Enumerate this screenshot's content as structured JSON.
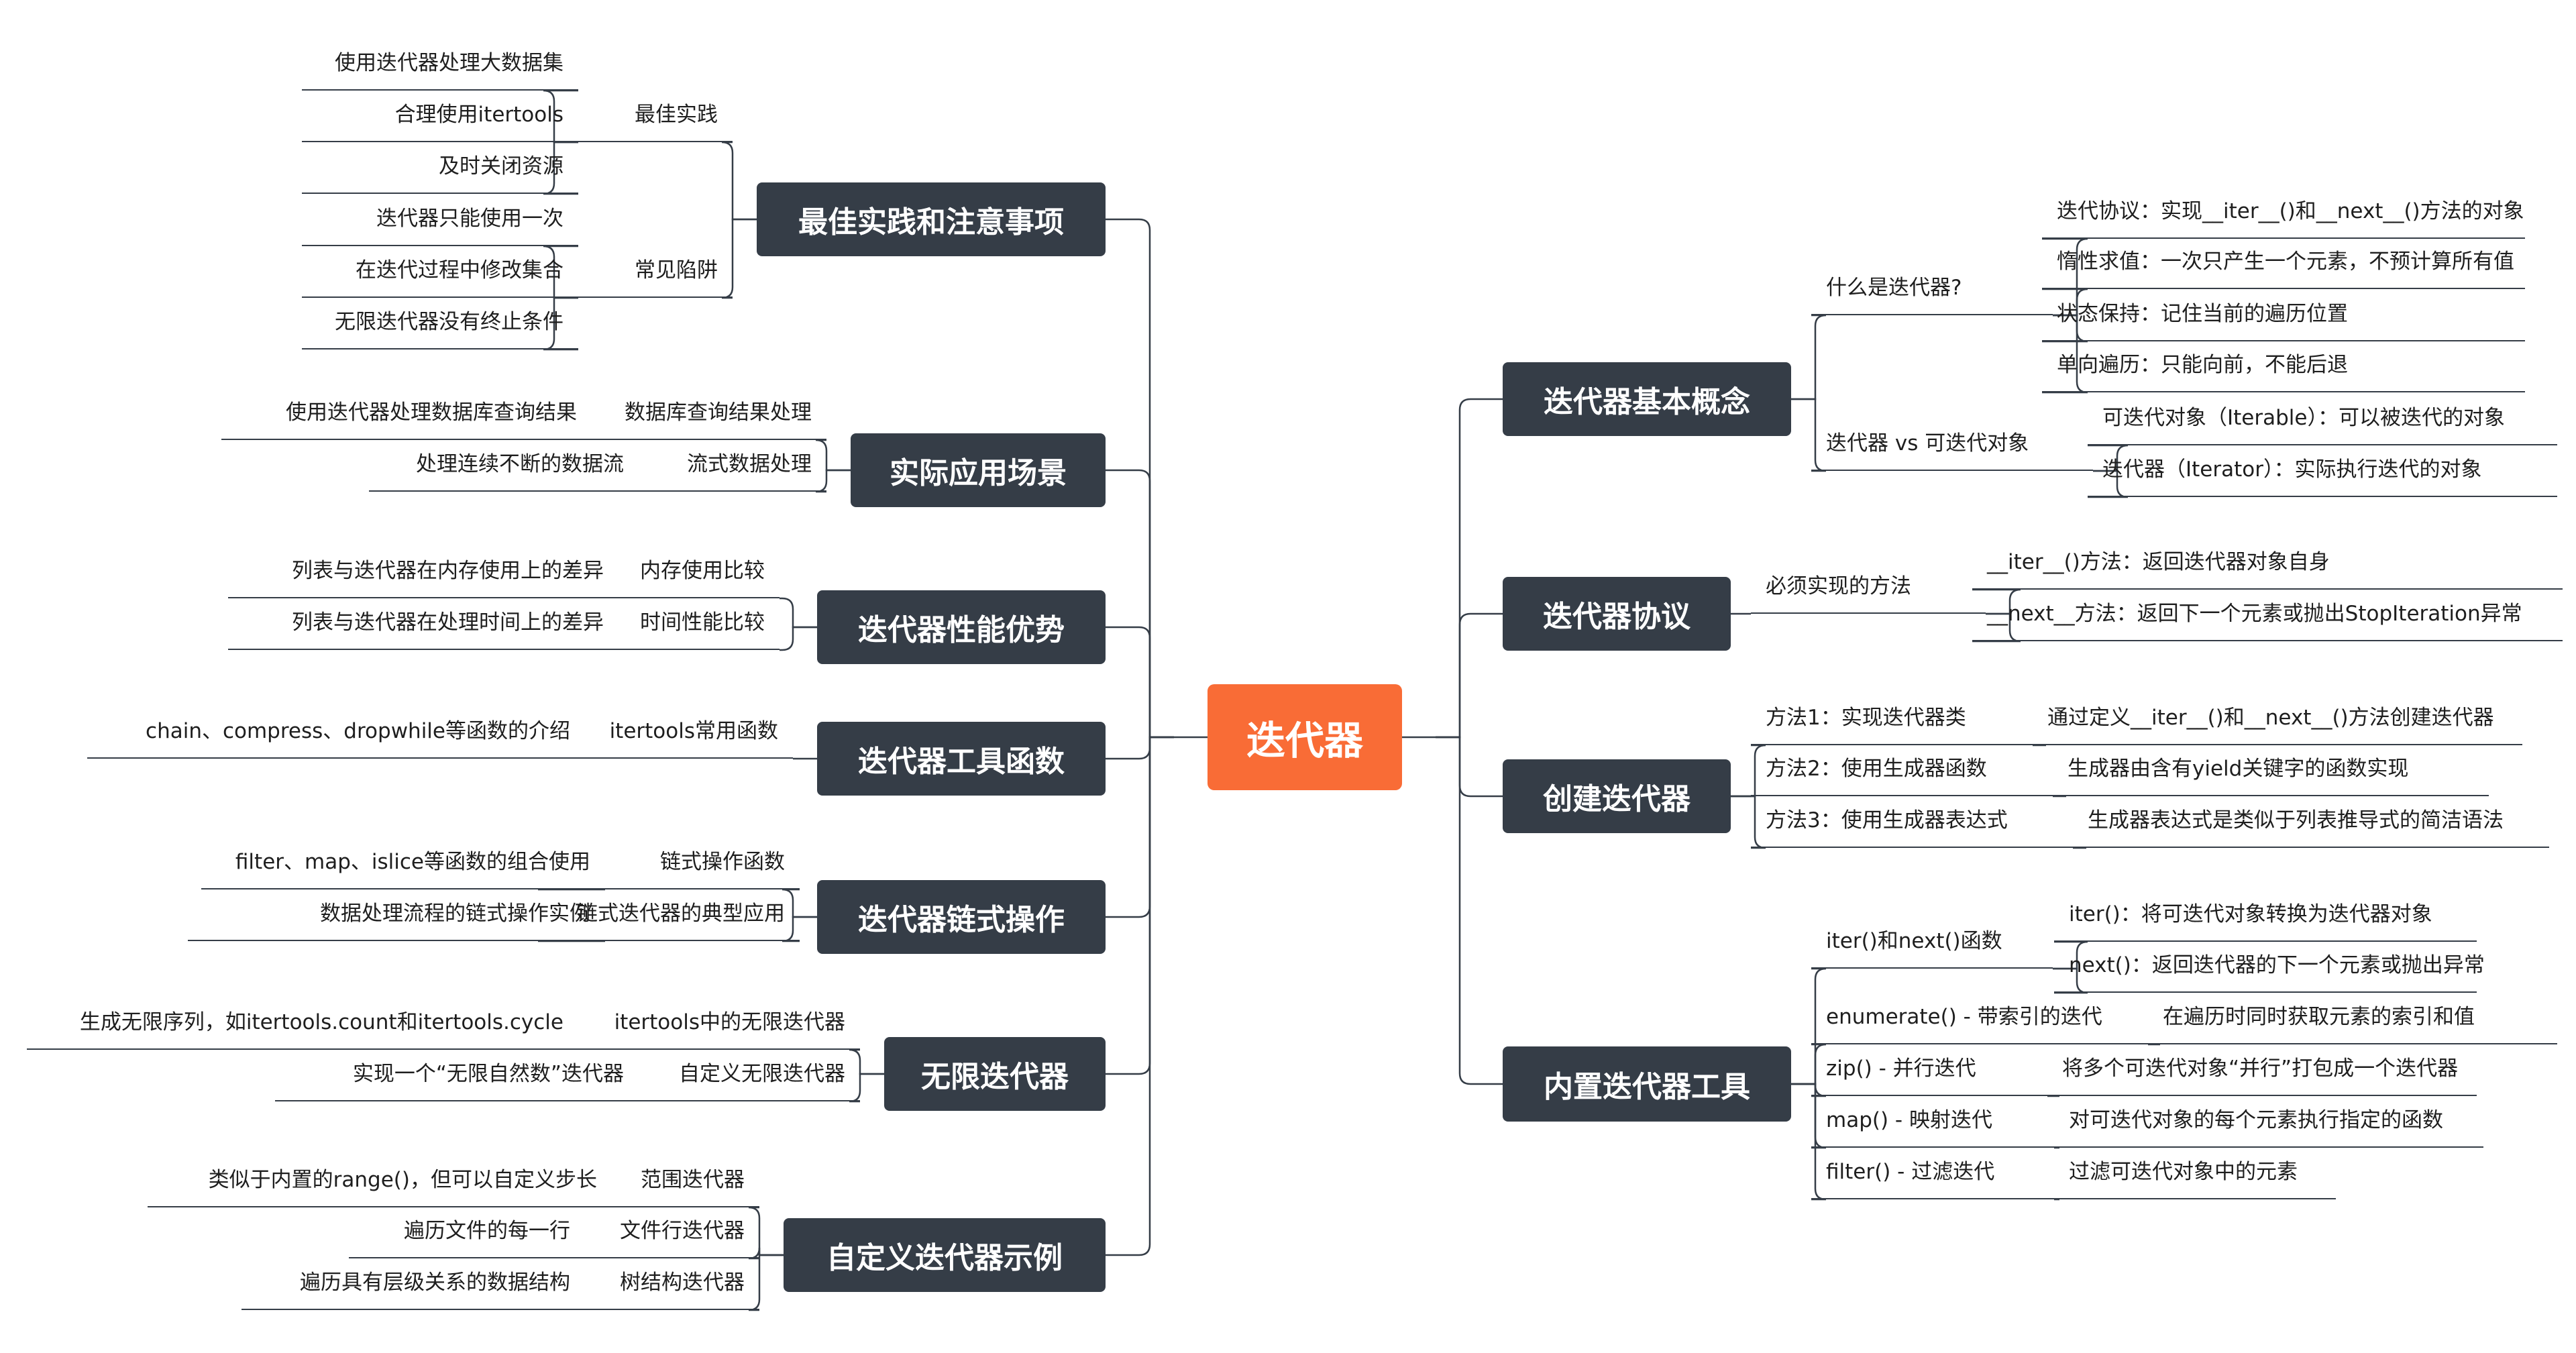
{
  "root": {
    "label": "迭代器"
  },
  "colors": {
    "root": "#f96c36",
    "topic": "#353d47",
    "line": "#353d47",
    "text": "#1e1e1e"
  },
  "right": [
    {
      "label": "迭代器基本概念",
      "children": [
        {
          "label": "什么是迭代器?",
          "children": [
            {
              "label": "迭代协议：实现__iter__()和__next__()方法的对象"
            },
            {
              "label": "惰性求值：一次只产生一个元素，不预计算所有值"
            },
            {
              "label": "状态保持：记住当前的遍历位置"
            },
            {
              "label": "单向遍历：只能向前，不能后退"
            }
          ]
        },
        {
          "label": "迭代器 vs 可迭代对象",
          "children": [
            {
              "label": "可迭代对象（Iterable）：可以被迭代的对象"
            },
            {
              "label": "迭代器（Iterator）：实际执行迭代的对象"
            }
          ]
        }
      ]
    },
    {
      "label": "迭代器协议",
      "children": [
        {
          "label": "必须实现的方法",
          "children": [
            {
              "label": "__iter__()方法：返回迭代器对象自身"
            },
            {
              "label": "__next__方法：返回下一个元素或抛出StopIteration异常"
            }
          ]
        }
      ]
    },
    {
      "label": "创建迭代器",
      "children": [
        {
          "label": "方法1：实现迭代器类",
          "children": [
            {
              "label": "通过定义__iter__()和__next__()方法创建迭代器"
            }
          ]
        },
        {
          "label": "方法2：使用生成器函数",
          "children": [
            {
              "label": "生成器由含有yield关键字的函数实现"
            }
          ]
        },
        {
          "label": "方法3：使用生成器表达式",
          "children": [
            {
              "label": "生成器表达式是类似于列表推导式的简洁语法"
            }
          ]
        }
      ]
    },
    {
      "label": "内置迭代器工具",
      "children": [
        {
          "label": "iter()和next()函数",
          "children": [
            {
              "label": "iter()：将可迭代对象转换为迭代器对象"
            },
            {
              "label": "next()：返回迭代器的下一个元素或抛出异常"
            }
          ]
        },
        {
          "label": "enumerate() - 带索引的迭代",
          "children": [
            {
              "label": "在遍历时同时获取元素的索引和值"
            }
          ]
        },
        {
          "label": "zip() - 并行迭代",
          "children": [
            {
              "label": "将多个可迭代对象“并行”打包成一个迭代器"
            }
          ]
        },
        {
          "label": "map() - 映射迭代",
          "children": [
            {
              "label": "对可迭代对象的每个元素执行指定的函数"
            }
          ]
        },
        {
          "label": "filter() - 过滤迭代",
          "children": [
            {
              "label": "过滤可迭代对象中的元素"
            }
          ]
        }
      ]
    }
  ],
  "left": [
    {
      "label": "最佳实践和注意事项",
      "children": [
        {
          "label": "最佳实践",
          "children": [
            {
              "label": "使用迭代器处理大数据集"
            },
            {
              "label": "合理使用itertools"
            },
            {
              "label": "及时关闭资源"
            }
          ]
        },
        {
          "label": "常见陷阱",
          "children": [
            {
              "label": "迭代器只能使用一次"
            },
            {
              "label": "在迭代过程中修改集合"
            },
            {
              "label": "无限迭代器没有终止条件"
            }
          ]
        }
      ]
    },
    {
      "label": "实际应用场景",
      "children": [
        {
          "label": "数据库查询结果处理",
          "children": [
            {
              "label": "使用迭代器处理数据库查询结果"
            }
          ]
        },
        {
          "label": "流式数据处理",
          "children": [
            {
              "label": "处理连续不断的数据流"
            }
          ]
        }
      ]
    },
    {
      "label": "迭代器性能优势",
      "children": [
        {
          "label": "内存使用比较",
          "children": [
            {
              "label": "列表与迭代器在内存使用上的差异"
            }
          ]
        },
        {
          "label": "时间性能比较",
          "children": [
            {
              "label": "列表与迭代器在处理时间上的差异"
            }
          ]
        }
      ]
    },
    {
      "label": "迭代器工具函数",
      "children": [
        {
          "label": "itertools常用函数",
          "children": [
            {
              "label": "chain、compress、dropwhile等函数的介绍"
            }
          ]
        }
      ]
    },
    {
      "label": "迭代器链式操作",
      "children": [
        {
          "label": "链式操作函数",
          "children": [
            {
              "label": "filter、map、islice等函数的组合使用"
            }
          ]
        },
        {
          "label": "链式迭代器的典型应用",
          "children": [
            {
              "label": "数据处理流程的链式操作实例"
            }
          ]
        }
      ]
    },
    {
      "label": "无限迭代器",
      "children": [
        {
          "label": "itertools中的无限迭代器",
          "children": [
            {
              "label": "生成无限序列，如itertools.count和itertools.cycle"
            }
          ]
        },
        {
          "label": "自定义无限迭代器",
          "children": [
            {
              "label": "实现一个“无限自然数”迭代器"
            }
          ]
        }
      ]
    },
    {
      "label": "自定义迭代器示例",
      "children": [
        {
          "label": "范围迭代器",
          "children": [
            {
              "label": "类似于内置的range()，但可以自定义步长"
            }
          ]
        },
        {
          "label": "文件行迭代器",
          "children": [
            {
              "label": "遍历文件的每一行"
            }
          ]
        },
        {
          "label": "树结构迭代器",
          "children": [
            {
              "label": "遍历具有层级关系的数据结构"
            }
          ]
        }
      ]
    }
  ]
}
